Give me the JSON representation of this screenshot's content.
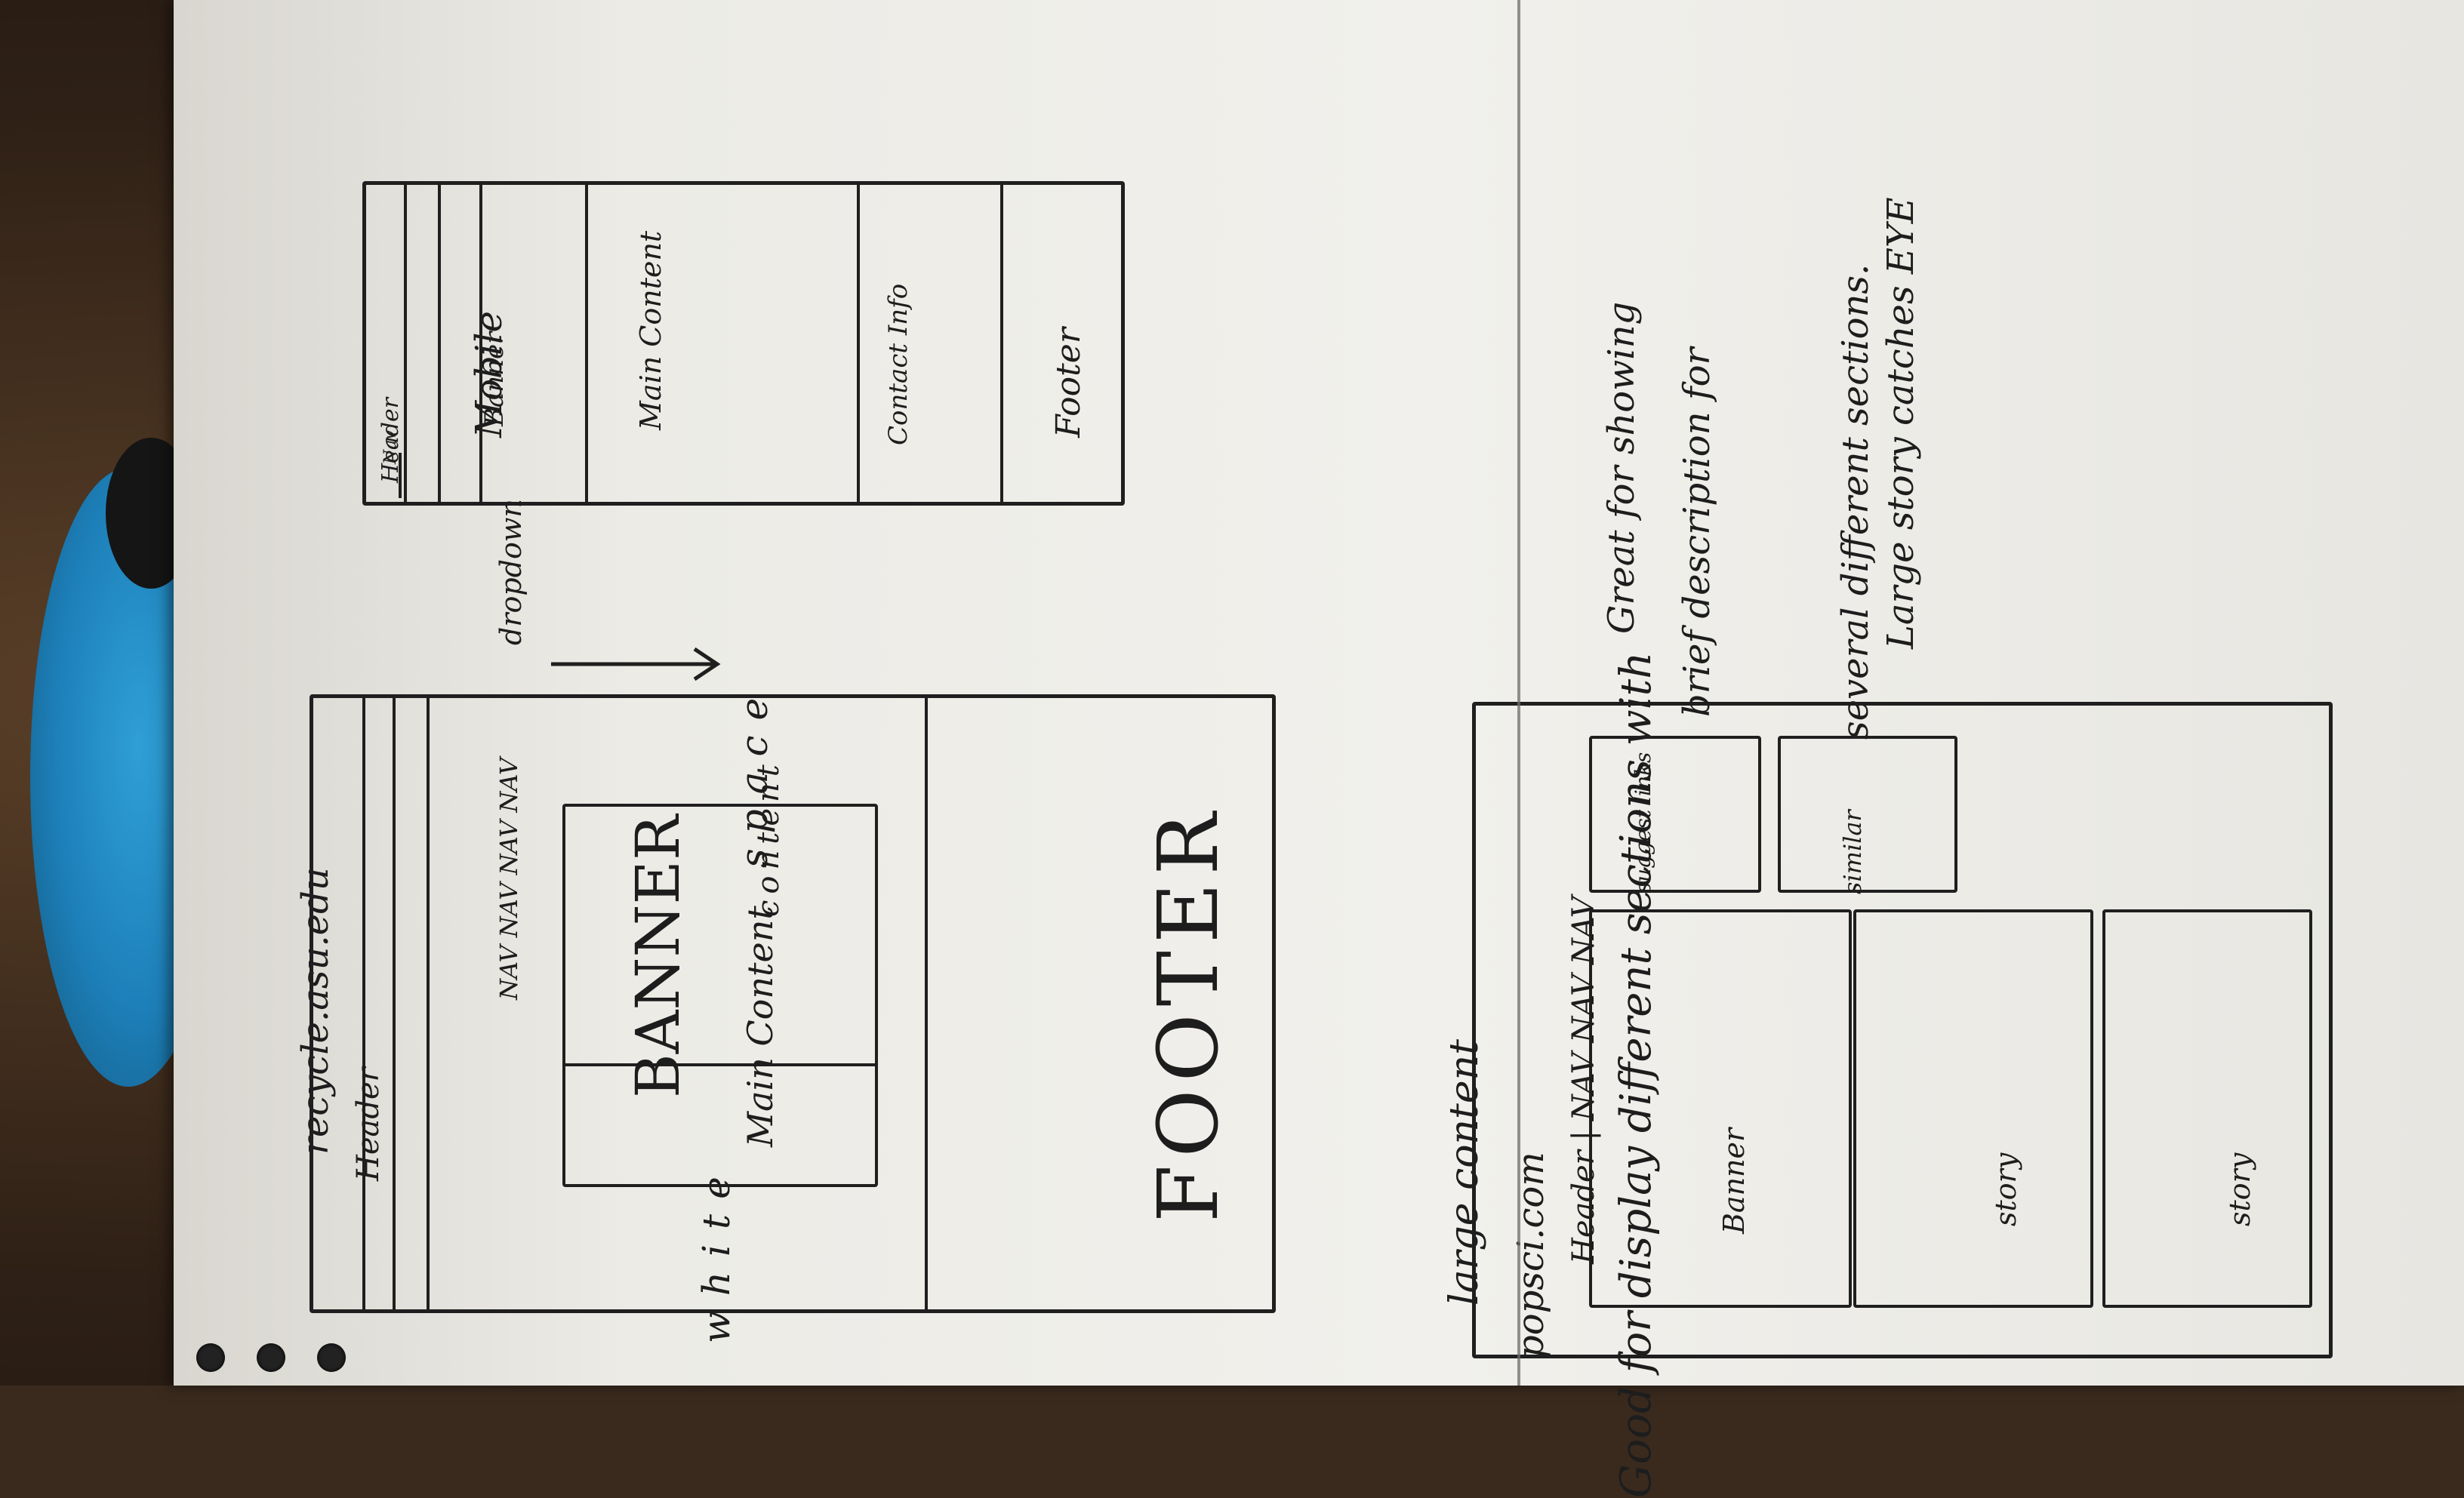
{
  "notebook": {
    "sketch1": {
      "site": "recycle.asu.edu",
      "header": "Header",
      "nav": [
        "NAV",
        "NAV",
        "NAV",
        "NAV"
      ],
      "banner": "BANNER",
      "main": "Main Content",
      "content": "content",
      "whitespace_left": "white",
      "whitespace_right": "space",
      "footer": "FOOTER",
      "note_line1": "Good for display different sections with",
      "note_line2": "large content"
    },
    "mobile": {
      "title": "Mobile",
      "dropdown": "dropdown",
      "header": "Header",
      "nav": "Nav",
      "banner": "Banner",
      "main": "Main Content",
      "contact": "Contact Info",
      "footer": "Footer"
    },
    "sketch2": {
      "site": "popsci.com",
      "header": "Header",
      "nav": "NAV NAV NAV",
      "banner": "Banner",
      "story1": "story",
      "story2": "story",
      "suggest": "suggest links",
      "similar": "similar",
      "note": [
        "Great for showing",
        "brief description for",
        "several different sections.",
        "Large story catches EYE"
      ]
    }
  }
}
